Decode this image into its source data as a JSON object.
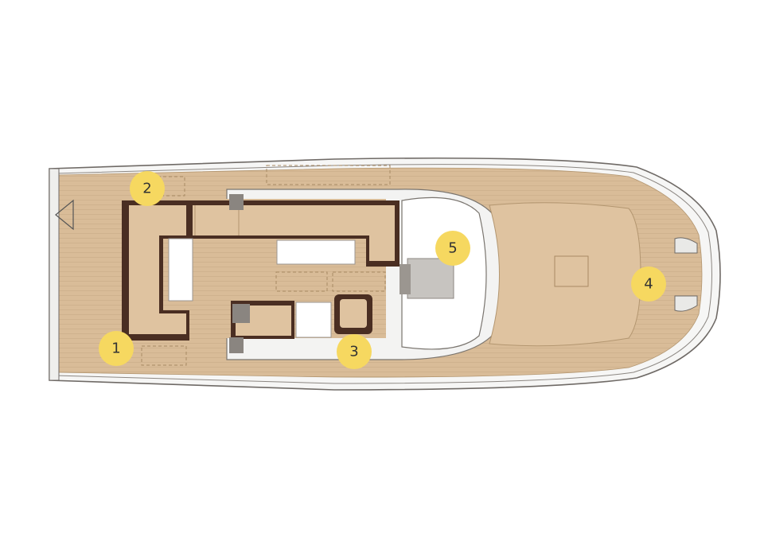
{
  "colors": {
    "teak": "#d9bc98",
    "teak_dark": "#c9a97f",
    "cushion": "#dfc3a0",
    "cushion_frame": "#4a2e22",
    "hull_outline": "#6f6a66",
    "hull_fill": "#f6f6f5",
    "marker": "#f6d860",
    "marker_text": "#333333",
    "white_surface": "#ffffff"
  },
  "markers": [
    {
      "label": "1"
    },
    {
      "label": "2"
    },
    {
      "label": "3"
    },
    {
      "label": "4"
    },
    {
      "label": "5"
    }
  ]
}
